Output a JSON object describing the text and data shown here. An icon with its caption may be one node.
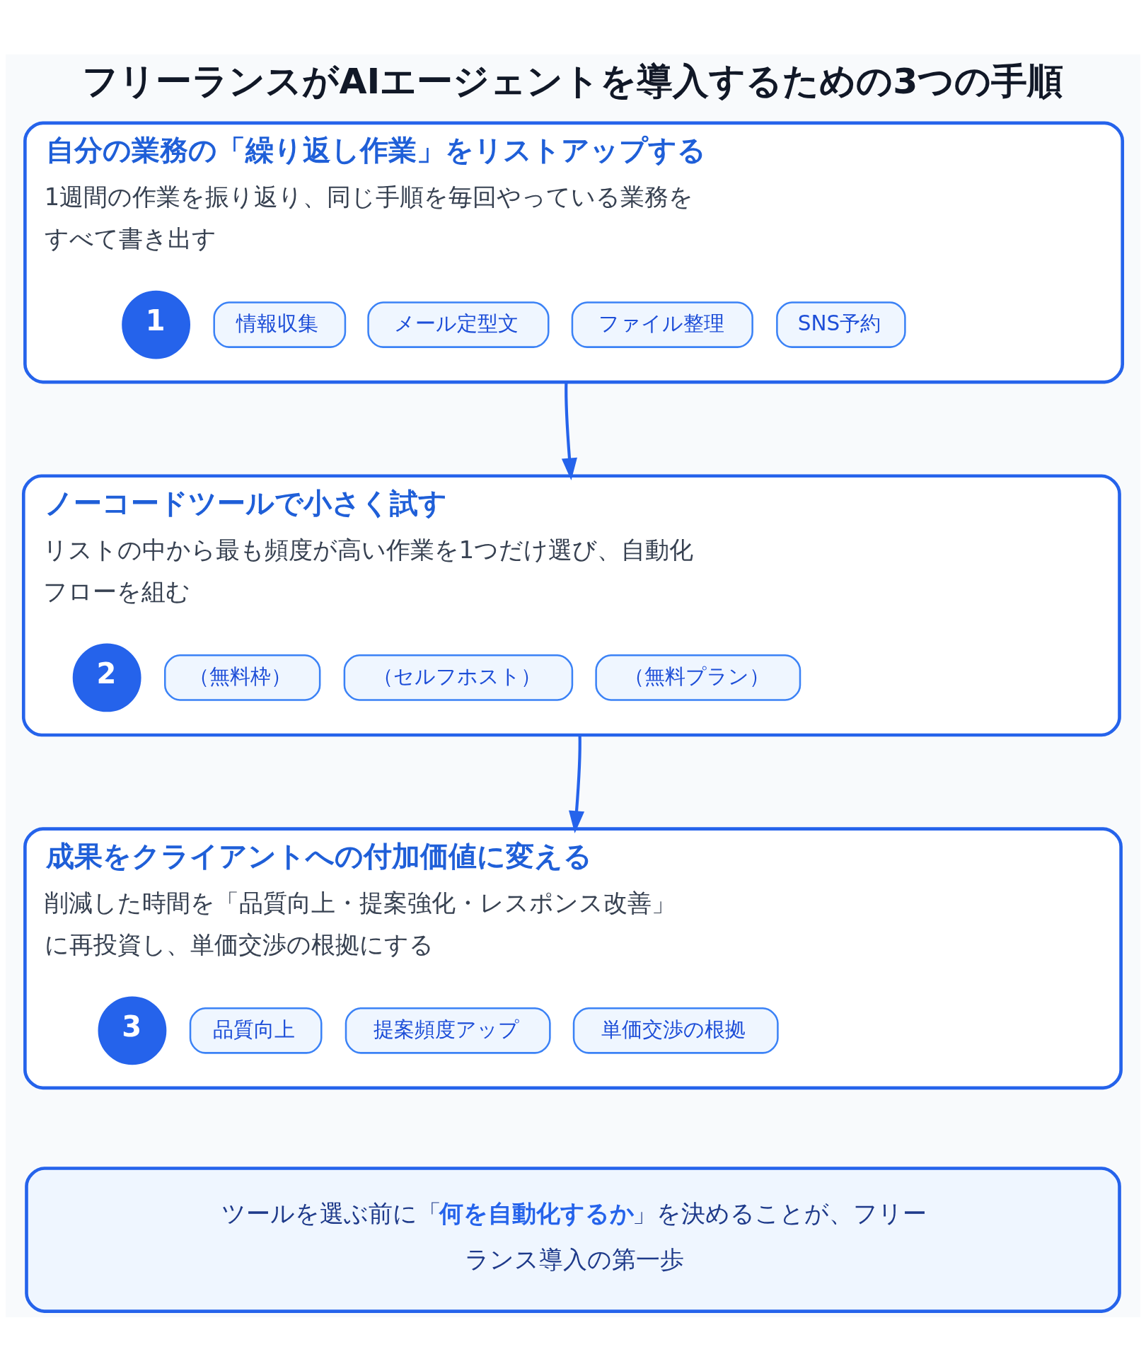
{
  "diagram": {
    "title": "フリーランスがAIエージェントを導入するための3つの手順",
    "nodes": [
      {
        "text": [
          "自分の業務の「繰り返し作業」をリストアップする",
          "1週間の作業を振り返り、同じ手順を毎回やっている業務をすべて書き出す"
        ]
      },
      {
        "text": [
          "1"
        ],
        "in": 0
      },
      {
        "text": [
          "情報収集"
        ],
        "in": 0
      },
      {
        "text": [
          "メール定型文"
        ],
        "in": 0
      },
      {
        "text": [
          "ファイル整理"
        ],
        "in": 0
      },
      {
        "text": [
          "SNS予約"
        ],
        "in": 0
      },
      {
        "text": [
          "ノーコードツールで小さく試す",
          "リストの中から最も頻度が高い作業を1つだけ選び、自動化フローを組む"
        ]
      },
      {
        "text": [
          "2"
        ],
        "in": 6
      },
      {
        "text": [
          "（無料枠）"
        ],
        "in": 6
      },
      {
        "text": [
          "（セルフホスト）"
        ],
        "in": 6
      },
      {
        "text": [
          "（無料プラン）"
        ],
        "in": 6
      },
      {
        "text": [
          "成果をクライアントへの付加価値に変える",
          "削減した時間を「品質向上・提案強化・レスポンス改善」に再投資し、単価交渉の根拠にする"
        ]
      },
      {
        "text": [
          "3"
        ],
        "in": 11
      },
      {
        "text": [
          "品質向上"
        ],
        "in": 11
      },
      {
        "text": [
          "提案頻度アップ"
        ],
        "in": 11
      },
      {
        "text": [
          "単価交渉の根拠"
        ],
        "in": 11
      },
      {
        "text": [
          "ツールを選ぶ前に「**何を自動化するか**」を決めることが、フリーランス導入の第一歩"
        ]
      }
    ],
    "edges": [
      {
        "from": 0,
        "to": 6,
        "arrow": "to"
      },
      {
        "from": 6,
        "to": 11,
        "arrow": "to"
      }
    ]
  }
}
